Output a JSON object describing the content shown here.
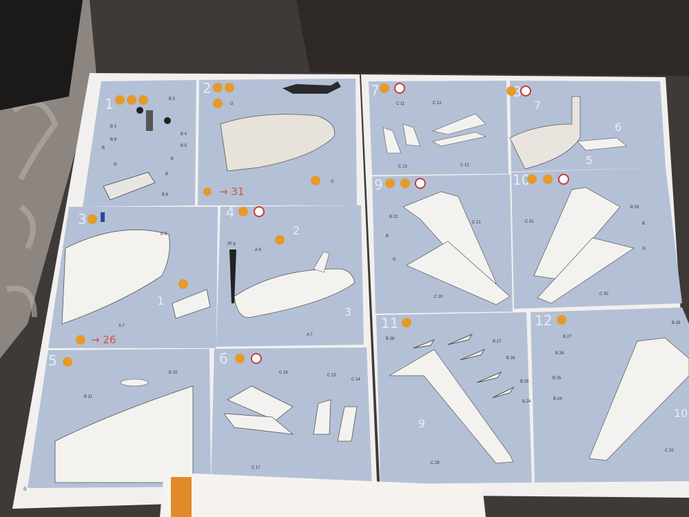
{
  "left_page": {
    "page_number": "6",
    "steps": [
      {
        "number": "1",
        "parts": [
          "B 2",
          "B 3",
          "B 4",
          "B 5",
          "B 6",
          "B 8"
        ],
        "decals": [
          "B",
          "B",
          "G",
          "B",
          "B"
        ]
      },
      {
        "number": "2",
        "ref": "31",
        "decals": [
          "G",
          "G"
        ]
      },
      {
        "number": "3",
        "parts": [
          "D 9",
          "A 7"
        ],
        "sub": "1",
        "ref": "26"
      },
      {
        "number": "4",
        "parts": [
          "A 9",
          "A 7"
        ],
        "weight": "30 g",
        "subs": [
          "2",
          "3"
        ]
      },
      {
        "number": "5",
        "parts": [
          "B 10",
          "B 11"
        ]
      },
      {
        "number": "6",
        "parts": [
          "C 14",
          "C 15",
          "C 16",
          "C 17"
        ]
      }
    ]
  },
  "right_page": {
    "steps": [
      {
        "number": "7",
        "parts": [
          "C 11",
          "C 12",
          "C 13",
          "C 12"
        ]
      },
      {
        "number": "8",
        "subs": [
          "7",
          "6",
          "5"
        ]
      },
      {
        "number": "9",
        "parts": [
          "B 22",
          "C 21",
          "C 20"
        ],
        "decals": [
          "B",
          "G"
        ]
      },
      {
        "number": "10",
        "parts": [
          "B 33",
          "C 31",
          "C 30"
        ],
        "decals": [
          "B",
          "G"
        ]
      },
      {
        "number": "11",
        "parts": [
          "B 28",
          "B 27",
          "B 26",
          "B 25",
          "B 24",
          "C 29"
        ],
        "sub": "9"
      },
      {
        "number": "12",
        "parts": [
          "B 27",
          "B 26",
          "B 25",
          "B 24",
          "B 28",
          "C 32"
        ],
        "sub": "10"
      }
    ]
  },
  "colors": {
    "panel": "#b4c0d6",
    "paper": "#f2f0ee",
    "icon": "#e59a2a",
    "arrow": "#d8503a",
    "carpet": "#3e3a37"
  }
}
